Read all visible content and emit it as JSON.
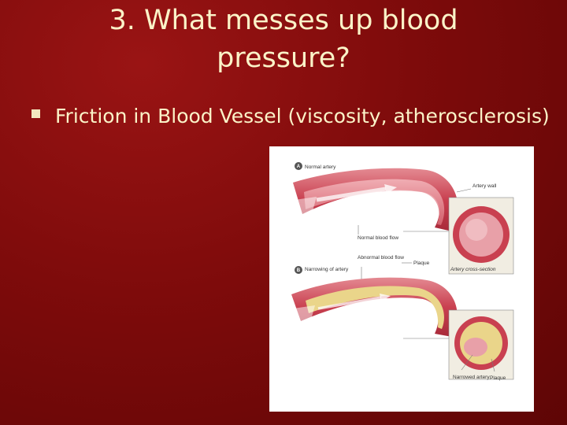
{
  "slide": {
    "title": "3.  What messes up blood\npressure?",
    "bullet": "Friction in Blood Vessel (viscosity, atherosclerosis)"
  },
  "figure": {
    "panel_a_badge": "A",
    "panel_a_title": "Normal artery",
    "artery_wall": "Artery wall",
    "normal_blood_flow": "Normal blood flow",
    "artery_cross_section": "Artery cross-section",
    "panel_b_badge": "B",
    "panel_b_title": "Narrowing of artery",
    "abnormal_blood_flow": "Abnormal blood flow",
    "plaque_label": "Plaque",
    "narrowed_artery": "Narrowed artery",
    "plaque_label_2": "Plaque"
  },
  "colors": {
    "background": "#7e0b0b",
    "text": "#fbf3c8",
    "artery_red": "#c9424f",
    "plaque_yellow": "#ead58a"
  }
}
